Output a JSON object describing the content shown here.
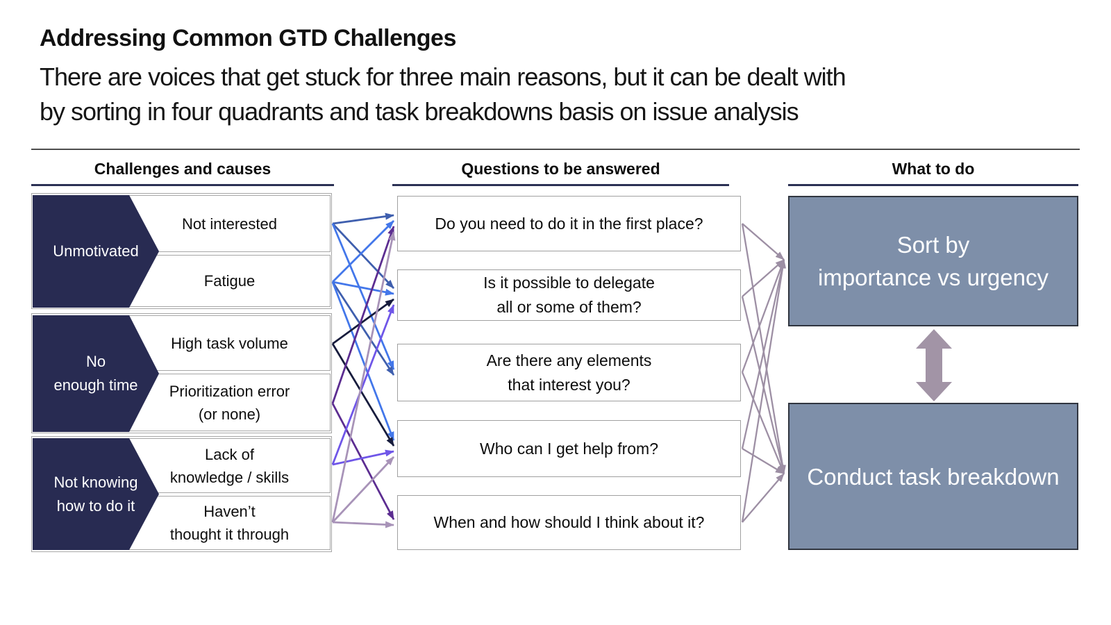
{
  "slide": {
    "title": "Addressing Common GTD Challenges",
    "subtitle_lines": [
      "There are voices that get stuck for three main reasons, but it can be dealt with",
      "by sorting in four quadrants and task breakdowns basis on issue analysis"
    ]
  },
  "columns": {
    "left": {
      "header": "Challenges and causes",
      "groups": [
        {
          "label_lines": [
            "Unmotivated"
          ],
          "causes": [
            [
              "Not interested"
            ],
            [
              "Fatigue"
            ]
          ]
        },
        {
          "label_lines": [
            "No",
            "enough time"
          ],
          "causes": [
            [
              "High task volume"
            ],
            [
              "Prioritization error",
              "(or none)"
            ]
          ]
        },
        {
          "label_lines": [
            "Not knowing",
            "how to do it"
          ],
          "causes": [
            [
              "Lack of",
              "knowledge / skills"
            ],
            [
              "Haven’t",
              "thought it through"
            ]
          ]
        }
      ]
    },
    "middle": {
      "header": "Questions to be answered",
      "questions": [
        [
          "Do you need to do it in the first place?"
        ],
        [
          "Is it possible to delegate",
          "all or some of them?"
        ],
        [
          "Are there any elements",
          "that interest you?"
        ],
        [
          "Who can I get help from?"
        ],
        [
          "When and how should I think about it?"
        ]
      ]
    },
    "right": {
      "header": "What to do",
      "actions": [
        [
          "Sort by",
          "importance vs urgency"
        ],
        [
          "Conduct task breakdown"
        ]
      ]
    }
  },
  "colors": {
    "pentagon_fill": "#282b52",
    "action_fill": "#7e8fa9",
    "action_border": "#30353f",
    "box_border": "#a6a6a6",
    "header_underline": "#2b3154",
    "double_arrow": "#a294a6",
    "arrow_steel": "#3f5fae",
    "arrow_bright": "#4377ea",
    "arrow_navy": "#171c3d",
    "arrow_purple": "#5c2d91",
    "arrow_violet": "#6f56e8",
    "arrow_mauve": "#a893b8",
    "arrow_gray": "#9d8fa4"
  },
  "connections": {
    "cause_to_question": [
      {
        "from": 0,
        "to": 0,
        "color": "arrow_steel"
      },
      {
        "from": 0,
        "to": 1,
        "color": "arrow_steel"
      },
      {
        "from": 0,
        "to": 2,
        "color": "arrow_bright"
      },
      {
        "from": 1,
        "to": 0,
        "color": "arrow_bright"
      },
      {
        "from": 1,
        "to": 1,
        "color": "arrow_bright"
      },
      {
        "from": 1,
        "to": 2,
        "color": "arrow_steel"
      },
      {
        "from": 1,
        "to": 3,
        "color": "arrow_bright"
      },
      {
        "from": 2,
        "to": 1,
        "color": "arrow_navy"
      },
      {
        "from": 2,
        "to": 3,
        "color": "arrow_navy"
      },
      {
        "from": 3,
        "to": 0,
        "color": "arrow_purple"
      },
      {
        "from": 3,
        "to": 4,
        "color": "arrow_purple"
      },
      {
        "from": 4,
        "to": 1,
        "color": "arrow_violet"
      },
      {
        "from": 4,
        "to": 3,
        "color": "arrow_violet"
      },
      {
        "from": 5,
        "to": 0,
        "color": "arrow_mauve"
      },
      {
        "from": 5,
        "to": 3,
        "color": "arrow_mauve"
      },
      {
        "from": 5,
        "to": 4,
        "color": "arrow_mauve"
      }
    ],
    "question_to_action": [
      {
        "from": 0,
        "to": 0
      },
      {
        "from": 0,
        "to": 1
      },
      {
        "from": 1,
        "to": 0
      },
      {
        "from": 1,
        "to": 1
      },
      {
        "from": 2,
        "to": 0
      },
      {
        "from": 2,
        "to": 1
      },
      {
        "from": 3,
        "to": 0
      },
      {
        "from": 3,
        "to": 1
      },
      {
        "from": 4,
        "to": 0
      },
      {
        "from": 4,
        "to": 1
      }
    ]
  }
}
